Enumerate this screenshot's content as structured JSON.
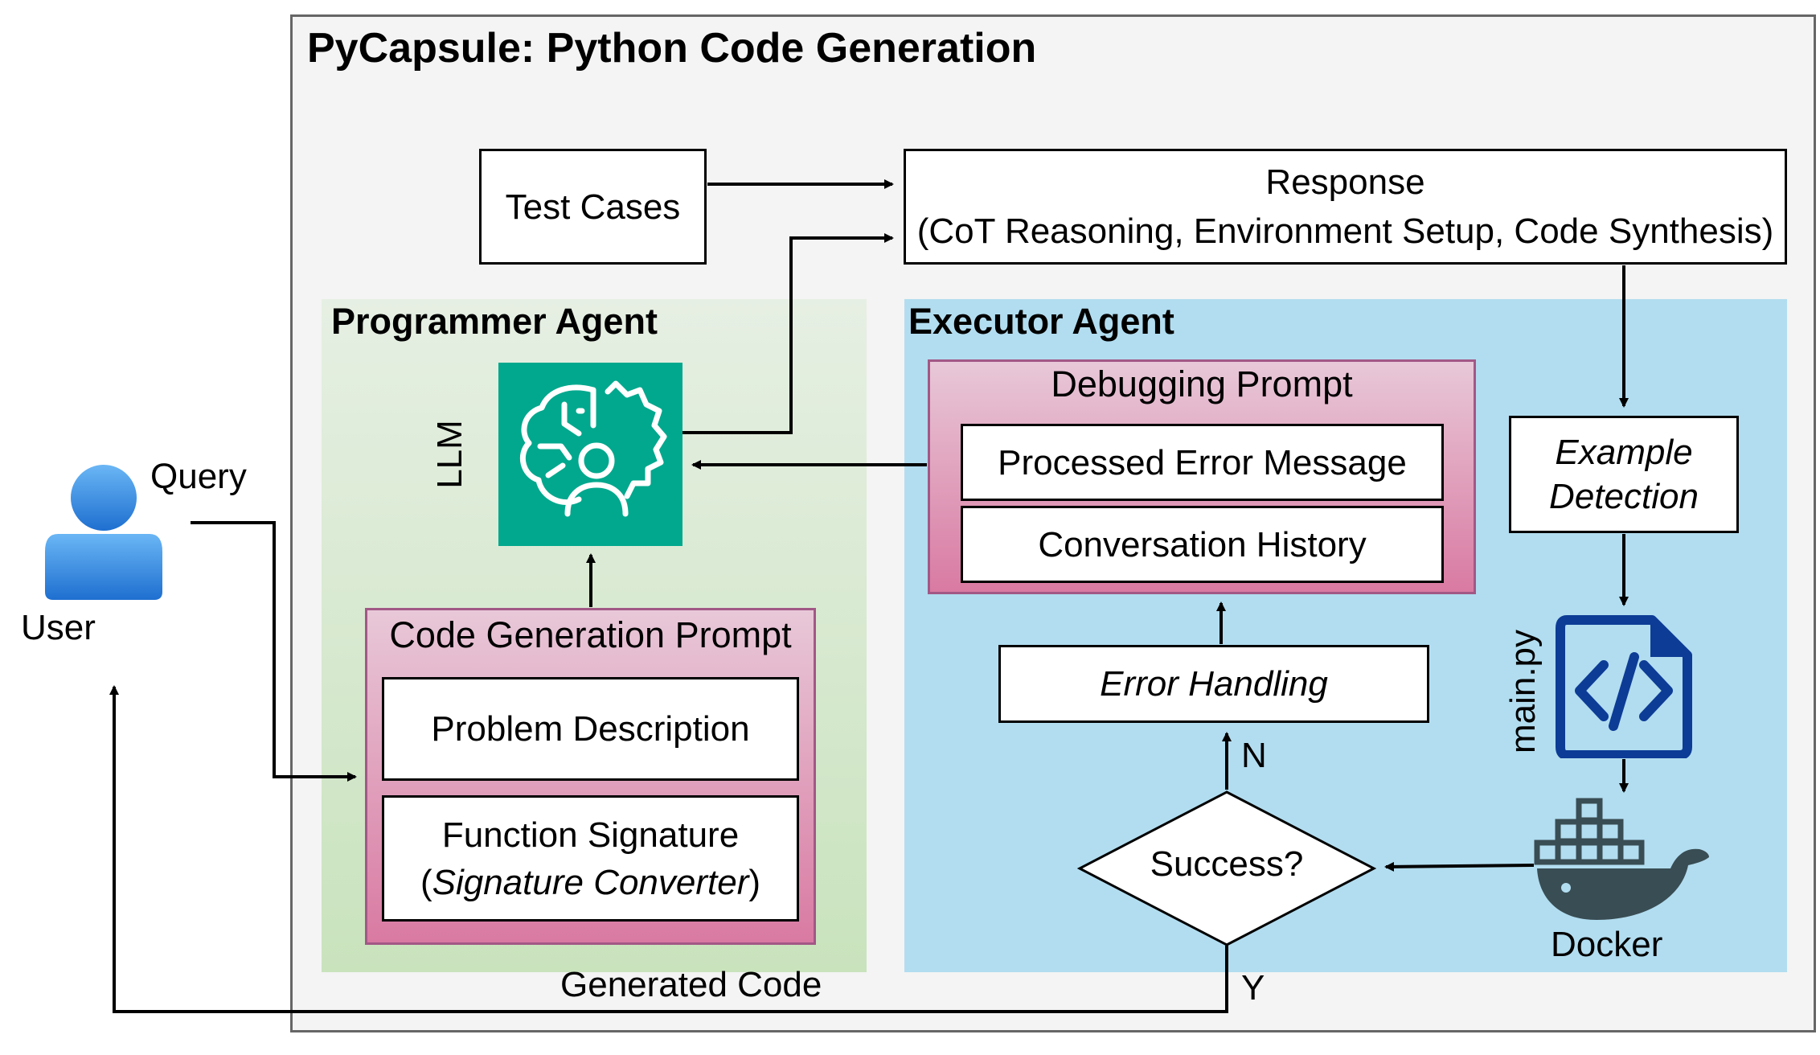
{
  "title": "PyCapsule: Python Code Generation",
  "user": {
    "label": "User",
    "query_label": "Query"
  },
  "test_cases": "Test Cases",
  "response": {
    "line1": "Response",
    "line2": "(CoT Reasoning, Environment Setup, Code Synthesis)"
  },
  "programmer": {
    "title": "Programmer Agent",
    "llm_label": "LLM",
    "prompt_title": "Code Generation Prompt",
    "problem_description": "Problem Description",
    "function_signature": "Function Signature",
    "signature_paren_open": "(",
    "signature_converter": "Signature Converter",
    "signature_paren_close": ")"
  },
  "executor": {
    "title": "Executor Agent",
    "debug_prompt_title": "Debugging Prompt",
    "processed_error": "Processed Error Message",
    "conversation_history": "Conversation History",
    "error_handling": "Error Handling",
    "example_detection_line1": "Example",
    "example_detection_line2": "Detection",
    "main_py": "main.py",
    "docker": "Docker",
    "success": "Success?",
    "n_label": "N",
    "y_label": "Y"
  },
  "generated_code": "Generated Code",
  "colors": {
    "programmer_bg": "#d5e8d4",
    "executor_bg": "#b2ddf0",
    "prompt_pink": "#d97aa2",
    "llm_teal": "#01a88d",
    "file_blue": "#0d3c96",
    "docker_dark": "#394d54",
    "user_blue": "#3d8fe0"
  }
}
